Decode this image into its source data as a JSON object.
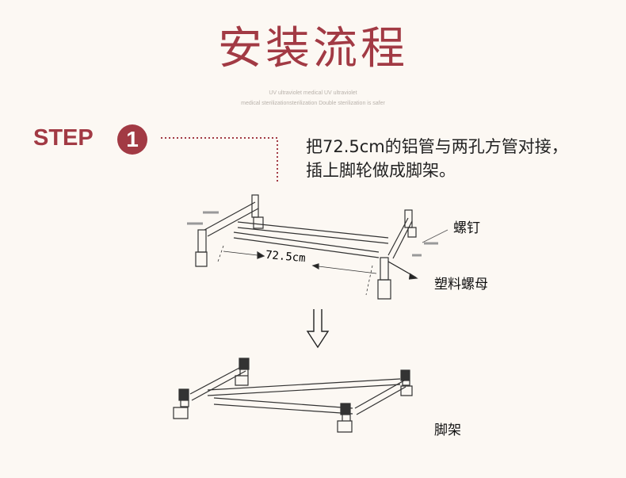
{
  "header": {
    "title": "安装流程",
    "subtitle_line1": "UV ultraviolet medical UV ultraviolet",
    "subtitle_line2": "medical sterilizationsterilization Double sterilization is safer"
  },
  "step": {
    "label": "STEP",
    "number": "1",
    "description": "把72.5cm的铝管与两孔方管对接，插上脚轮做成脚架。"
  },
  "diagram": {
    "measure_label": "72.5cm",
    "screw_label": "螺钉",
    "nut_label": "塑料螺母",
    "result_label": "脚架"
  },
  "colors": {
    "accent": "#a23a44",
    "background": "#fcf8f3"
  }
}
